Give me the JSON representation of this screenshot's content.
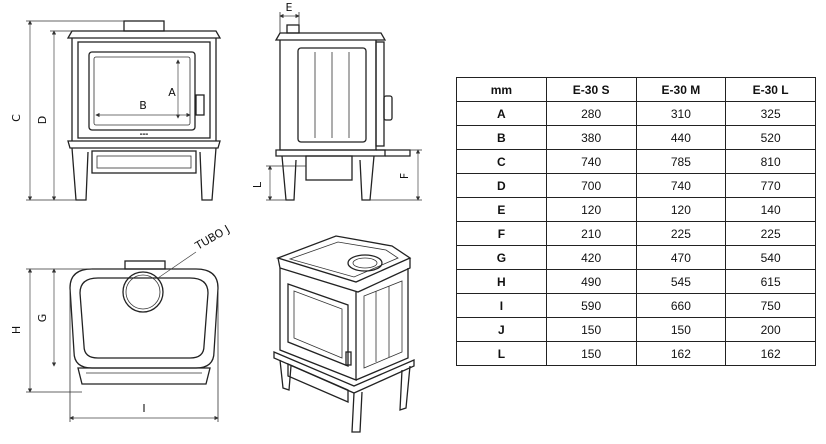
{
  "labels": {
    "front": {
      "A": "A",
      "B": "B",
      "C": "C",
      "D": "D"
    },
    "side": {
      "E": "E",
      "F": "F",
      "L": "L"
    },
    "top": {
      "G": "G",
      "H": "H",
      "I": "I",
      "J": "TUBO J"
    }
  },
  "table": {
    "headers": [
      "mm",
      "E-30 S",
      "E-30 M",
      "E-30 L"
    ],
    "rows": [
      [
        "A",
        "280",
        "310",
        "325"
      ],
      [
        "B",
        "380",
        "440",
        "520"
      ],
      [
        "C",
        "740",
        "785",
        "810"
      ],
      [
        "D",
        "700",
        "740",
        "770"
      ],
      [
        "E",
        "120",
        "120",
        "140"
      ],
      [
        "F",
        "210",
        "225",
        "225"
      ],
      [
        "G",
        "420",
        "470",
        "540"
      ],
      [
        "H",
        "490",
        "545",
        "615"
      ],
      [
        "I",
        "590",
        "660",
        "750"
      ],
      [
        "J",
        "150",
        "150",
        "200"
      ],
      [
        "L",
        "150",
        "162",
        "162"
      ]
    ]
  }
}
